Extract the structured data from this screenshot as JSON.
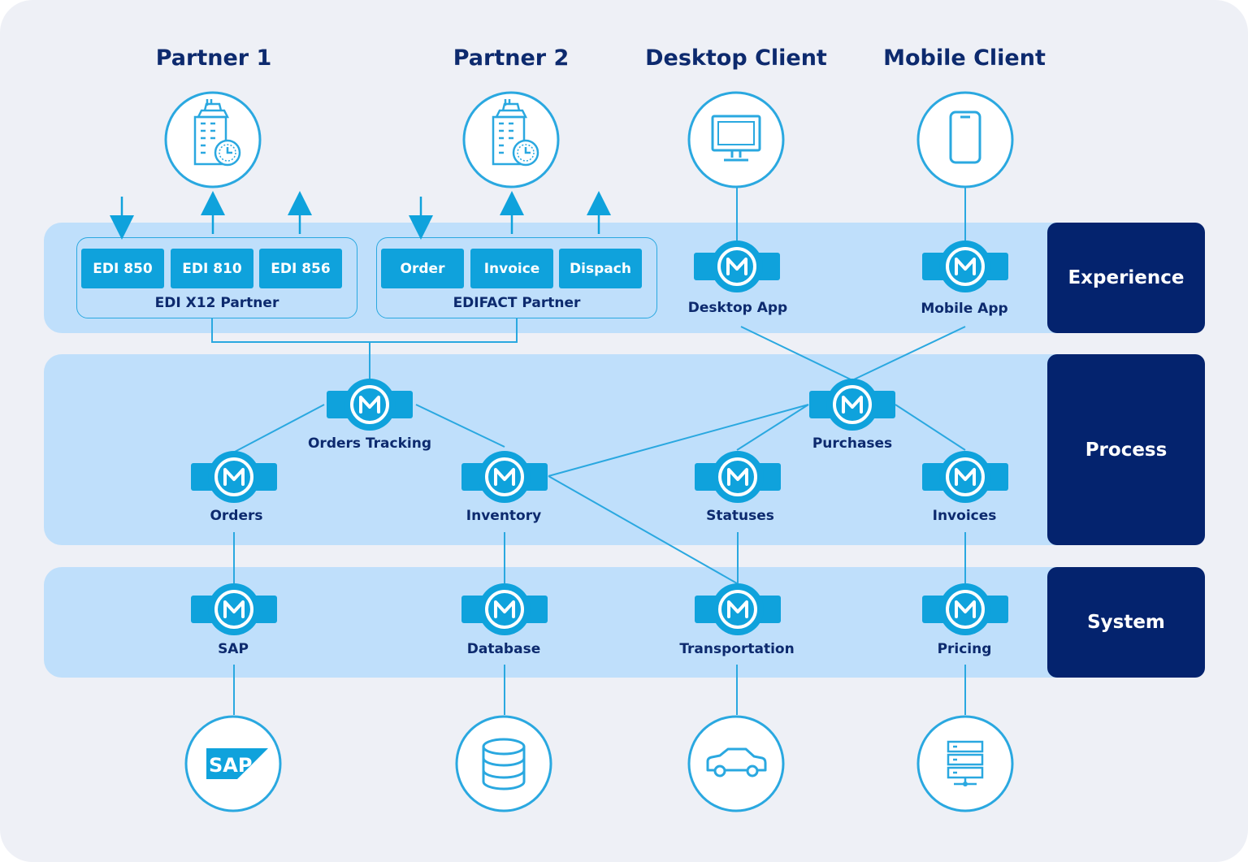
{
  "titles": {
    "partner1": "Partner 1",
    "partner2": "Partner 2",
    "desktop": "Desktop Client",
    "mobile": "Mobile Client"
  },
  "tiers": {
    "experience": "Experience",
    "process": "Process",
    "system": "System"
  },
  "edi_group": {
    "label": "EDI X12 Partner",
    "items": [
      "EDI 850",
      "EDI 810",
      "EDI 856"
    ]
  },
  "edifact_group": {
    "label": "EDIFACT Partner",
    "items": [
      "Order",
      "Invoice",
      "Dispach"
    ]
  },
  "nodes": {
    "desktop_app": "Desktop App",
    "mobile_app": "Mobile App",
    "orders_tracking": "Orders Tracking",
    "purchases": "Purchases",
    "orders": "Orders",
    "inventory": "Inventory",
    "statuses": "Statuses",
    "invoices": "Invoices",
    "sap": "SAP",
    "database": "Database",
    "transportation": "Transportation",
    "pricing": "Pricing"
  },
  "sap_logo_text": "SAP",
  "colors": {
    "background": "#eef0f6",
    "band": "#bfdffb",
    "tier_box": "#04236e",
    "accent": "#0fa2dc",
    "text": "#0d2a6e"
  },
  "icons": {
    "partner1": "building-clock-icon",
    "partner2": "building-clock-icon",
    "desktop": "monitor-icon",
    "mobile": "smartphone-icon",
    "sap": "sap-logo-icon",
    "database": "database-icon",
    "transportation": "car-icon",
    "pricing": "server-icon",
    "node": "mulesoft-logo-icon"
  }
}
